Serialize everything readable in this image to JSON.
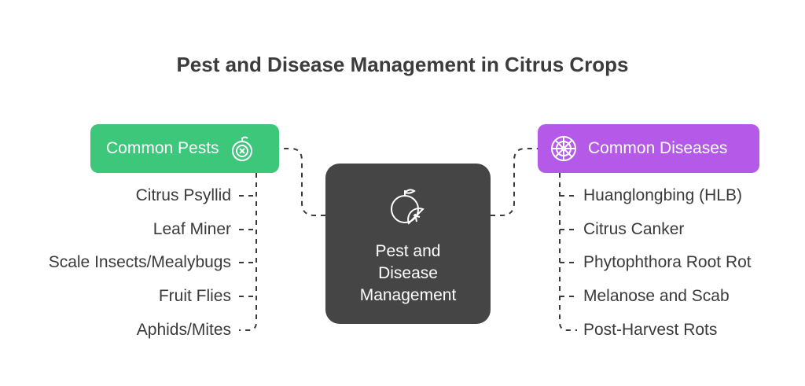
{
  "title": "Pest and Disease Management in Citrus Crops",
  "center": {
    "label": "Pest and Disease Management",
    "icon": "citrus-fruit-icon",
    "color": "#454545"
  },
  "pests": {
    "label": "Common Pests",
    "icon": "bug-fruit-icon",
    "color": "#3dc77a",
    "items": [
      "Citrus Psyllid",
      "Leaf Miner",
      "Scale Insects/Mealybugs",
      "Fruit Flies",
      "Aphids/Mites"
    ]
  },
  "diseases": {
    "label": "Common Diseases",
    "icon": "virus-icon",
    "color": "#b55ae8",
    "items": [
      "Huanglongbing (HLB)",
      "Citrus Canker",
      "Phytophthora Root Rot",
      "Melanose and Scab",
      "Post-Harvest Rots"
    ]
  }
}
